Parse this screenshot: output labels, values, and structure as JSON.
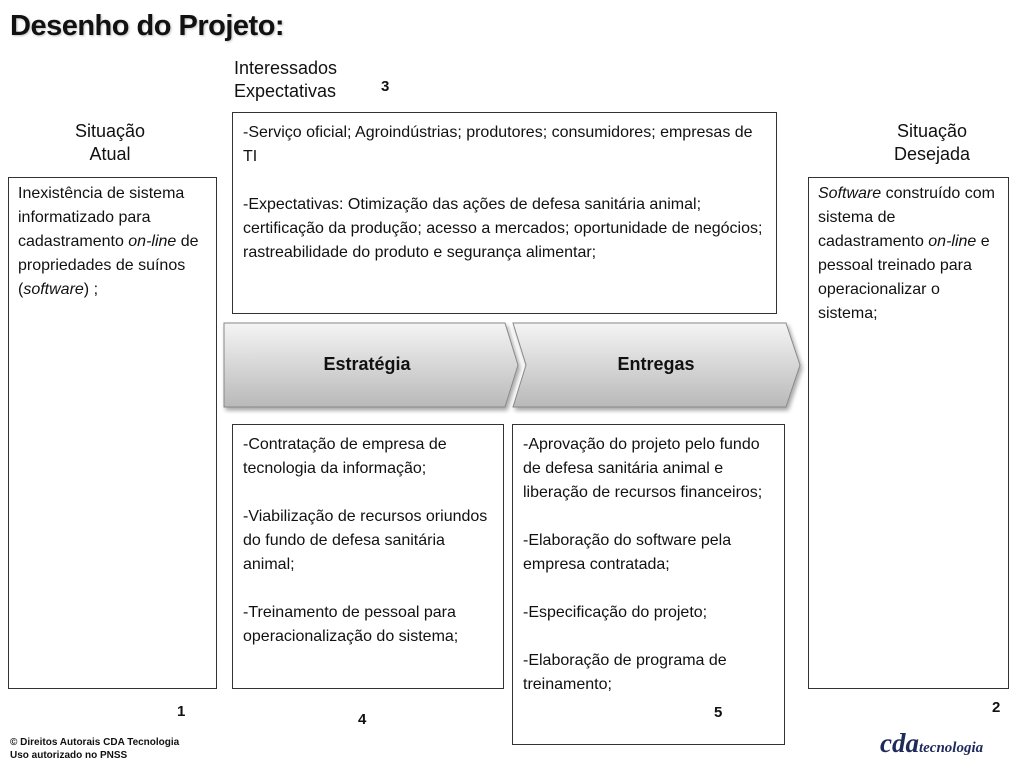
{
  "title": "Desenho do Projeto:",
  "stakeholders": {
    "heading_line1": "Interessados",
    "heading_line2": "Expectativas",
    "number": "3",
    "paragraph1": "-Serviço oficial; Agroindústrias; produtores; consumidores; empresas de TI",
    "paragraph2": "-Expectativas: Otimização das ações de defesa sanitária animal; certificação da produção; acesso a mercados; oportunidade de negócios; rastreabilidade do produto e segurança alimentar;"
  },
  "current_situation": {
    "heading_line1": "Situação",
    "heading_line2": "Atual",
    "number": "1",
    "text_part1": "Inexistência de sistema informatizado para cadastramento ",
    "text_italic1": "on-line",
    "text_part2": " de propriedades de suínos (",
    "text_italic2": "software",
    "text_part3": ") ;"
  },
  "desired_situation": {
    "heading_line1": "Situação",
    "heading_line2": "Desejada",
    "number": "2",
    "text_italic1": "Software",
    "text_part1": " construído com sistema de cadastramento ",
    "text_italic2": "on-line",
    "text_part2": " e pessoal treinado para operacionalizar o sistema;"
  },
  "strategy": {
    "label": "Estratégia",
    "number": "4",
    "items": [
      "-Contratação de empresa de tecnologia da informação;",
      "-Viabilização de recursos oriundos do fundo de defesa sanitária animal;",
      "-Treinamento de pessoal para operacionalização do sistema;"
    ]
  },
  "deliverables": {
    "label": "Entregas",
    "number": "5",
    "items": [
      "-Aprovação do projeto pelo fundo de defesa sanitária animal e liberação de recursos financeiros;",
      "-Elaboração do software pela empresa contratada;",
      "-Especificação do projeto;",
      "-Elaboração de programa de treinamento;"
    ]
  },
  "footer": {
    "line1": "© Direitos Autorais CDA Tecnologia",
    "line2": "Uso autorizado no PNSS"
  },
  "logo": {
    "primary": "cda",
    "secondary": "tecnologia"
  },
  "colors": {
    "arrow_light": "#f4f4f4",
    "arrow_dark": "#b9b9b9",
    "border": "#333333",
    "logo": "#1f2a5c"
  }
}
